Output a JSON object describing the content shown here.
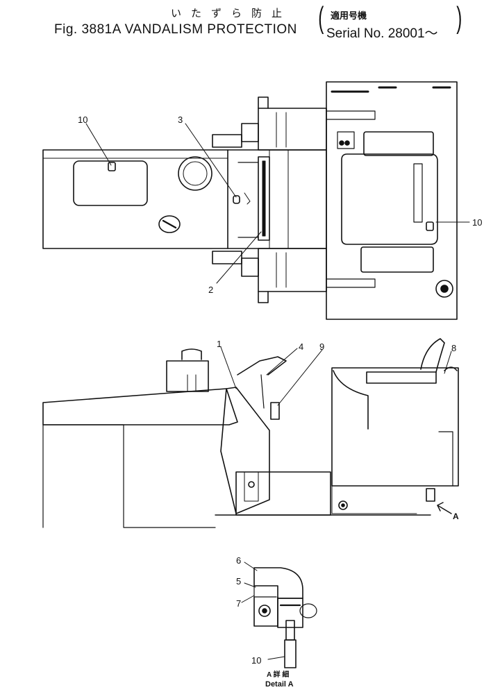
{
  "header": {
    "title_jp": "いたずら防止",
    "title_en": "Fig. 3881A VANDALISM PROTECTION",
    "serial_jp": "適用号機",
    "serial_en": "Serial No. 28001～"
  },
  "callouts": {
    "top_view": [
      "10",
      "3",
      "2",
      "10"
    ],
    "side_view": [
      "1",
      "4",
      "9",
      "8"
    ],
    "detail": [
      "6",
      "5",
      "7",
      "10"
    ],
    "arrow_label": "A"
  },
  "detail_caption": {
    "jp": "A 詳 細",
    "en": "Detail A"
  }
}
